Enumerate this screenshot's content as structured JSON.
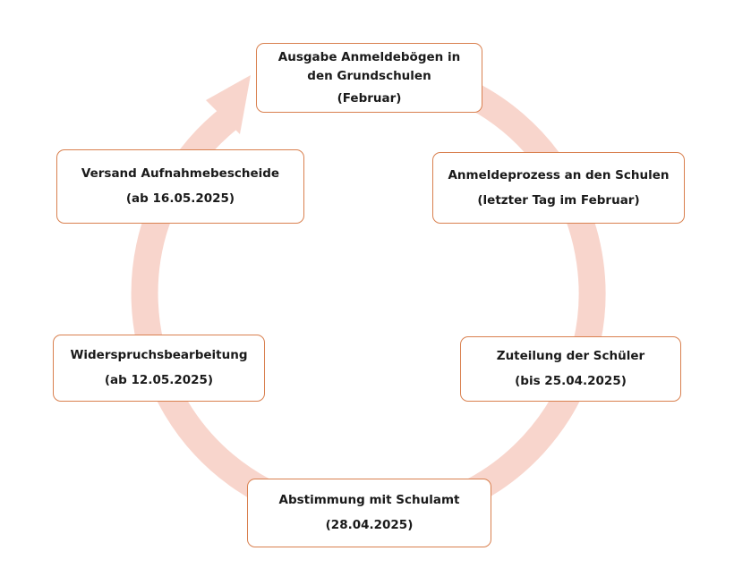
{
  "colors": {
    "ring": "#f8d5cc",
    "border": "#d9804f"
  },
  "steps": [
    {
      "lines": [
        "Ausgabe Anmeldebögen in",
        "den Grundschulen"
      ],
      "date": "(Februar)"
    },
    {
      "lines": [
        "Anmeldeprozess an den Schulen"
      ],
      "date": "(letzter Tag im Februar)"
    },
    {
      "lines": [
        "Zuteilung der Schüler"
      ],
      "date": "(bis 25.04.2025)"
    },
    {
      "lines": [
        "Abstimmung mit Schulamt"
      ],
      "date": "(28.04.2025)"
    },
    {
      "lines": [
        "Widerspruchsbearbeitung"
      ],
      "date": "(ab 12.05.2025)"
    },
    {
      "lines": [
        "Versand Aufnahmebescheide"
      ],
      "date": "(ab 16.05.2025)"
    }
  ]
}
